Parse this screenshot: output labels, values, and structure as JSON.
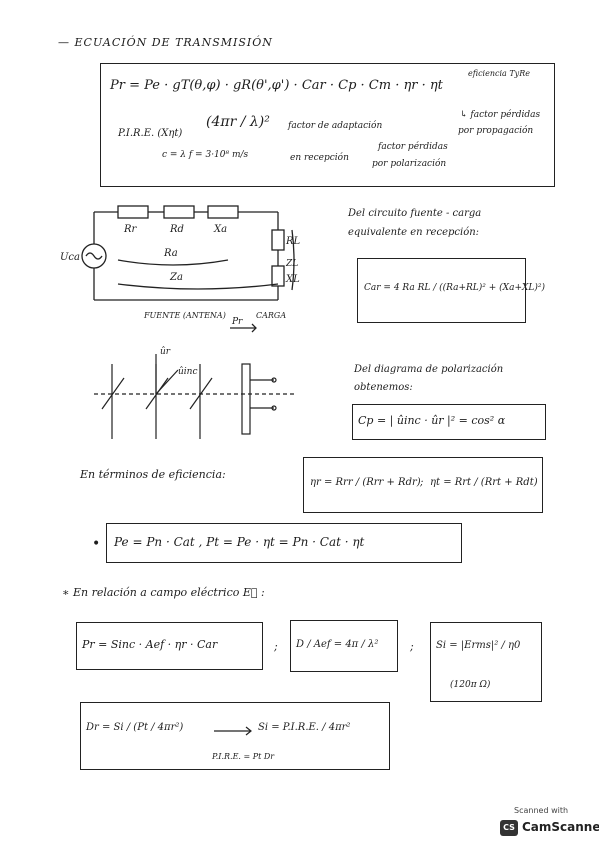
{
  "header": {
    "title": "— ECUACIÓN DE TRANSMISIÓN"
  },
  "transmission": {
    "main": "Pr = Pe · gT(θ,φ) · gR(θ',φ') · Car · Cp · Cm · ηr · ηt",
    "pire": "P.I.R.E. (Xηt)",
    "prop_loss": "(4πr / λ)²",
    "speed": "c = λ f = 3·10⁸ m/s",
    "factor_adapt_1": "factor de adaptación",
    "factor_adapt_2": "en recepción",
    "factor_pol_1": "factor pérdidas",
    "factor_pol_2": "por polarización",
    "eff_label": "eficiencia TyRe",
    "factor_prop_1": "↳ factor pérdidas",
    "factor_prop_2": "por propagación"
  },
  "circuit": {
    "source": "Uca",
    "labels": [
      "Rr",
      "Rd",
      "Xa",
      "Ra",
      "Za",
      "RL",
      "XL",
      "ZL"
    ],
    "fuente": "FUENTE (ANTENA)",
    "carga": "CARGA",
    "pr": "Pr",
    "note_1": "Del circuito fuente - carga",
    "note_2": "equivalente en recepción:",
    "car": "Car = 4 Ra RL / ((Ra+RL)² + (Xa+XL)²)"
  },
  "polarization": {
    "ur": "ûr",
    "uinc": "ûinc",
    "note_1": "Del diagrama de polarización",
    "note_2": "obtenemos:",
    "cp": "Cp = | ûinc · ûr |² = cos² α"
  },
  "efficiency": {
    "intro": "En términos de eficiencia:",
    "eta_r": "ηr = Rrr / (Rrr + Rdr)",
    "sep": ";",
    "eta_t": "ηt = Rrt / (Rrt + Rdt)"
  },
  "power": {
    "bullet": "•",
    "eq": "Pe = Pn · Cat ,     Pt = Pe · ηt = Pn · Cat · ηt"
  },
  "field": {
    "intro": "∗ En relación a campo eléctrico  E⃗ :",
    "pr": "Pr = Sinc · Aef · ηr · Car",
    "sep1": ";",
    "d_over_a": "D / Aef = 4π / λ²",
    "sep2": ";",
    "si": "Si = |Erms|² / η0",
    "eta0": "(120π Ω)",
    "dr": "Dr = Si / (Pt / 4πr²)",
    "si2": "Si = P.I.R.E. / 4πr²",
    "pire_note": "P.I.R.E. = Pt Dr"
  },
  "footer": {
    "scanned": "Scanned with",
    "app": "CamScanner",
    "logo": "CS"
  }
}
